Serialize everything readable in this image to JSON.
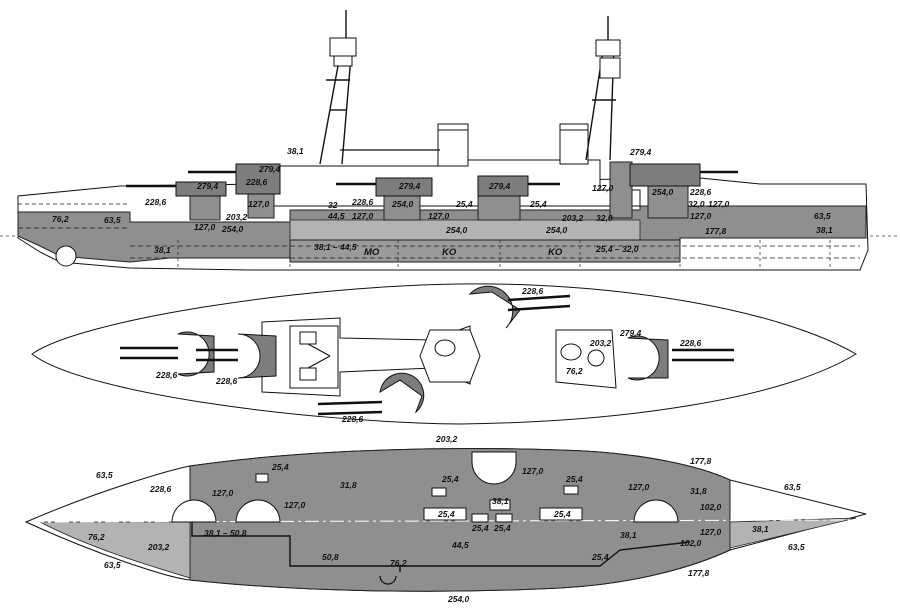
{
  "profile": {
    "labels": [
      {
        "t": "38,1"
      },
      {
        "t": "279,4"
      },
      {
        "t": "279,4"
      },
      {
        "t": "228,6"
      },
      {
        "t": "279,4"
      },
      {
        "t": "279,4"
      },
      {
        "t": "279,4"
      },
      {
        "t": "127,0"
      },
      {
        "t": "254,0"
      },
      {
        "t": "228,6"
      },
      {
        "t": "228,6"
      },
      {
        "t": "127,0"
      },
      {
        "t": "203,2"
      },
      {
        "t": "32"
      },
      {
        "t": "44,5"
      },
      {
        "t": "228,6"
      },
      {
        "t": "127,0"
      },
      {
        "t": "254,0"
      },
      {
        "t": "127,0"
      },
      {
        "t": "25,4"
      },
      {
        "t": "25,4"
      },
      {
        "t": "203,2"
      },
      {
        "t": "32,0"
      },
      {
        "t": "32,0"
      },
      {
        "t": "127,0"
      },
      {
        "t": "127,0"
      },
      {
        "t": "76,2"
      },
      {
        "t": "63,5"
      },
      {
        "t": "127,0"
      },
      {
        "t": "254,0"
      },
      {
        "t": "254,0"
      },
      {
        "t": "254,0"
      },
      {
        "t": "63,5"
      },
      {
        "t": "177,8"
      },
      {
        "t": "38,1"
      },
      {
        "t": "38,1"
      },
      {
        "t": "38,1 – 44,5"
      },
      {
        "t": "MO"
      },
      {
        "t": "KO"
      },
      {
        "t": "KO"
      },
      {
        "t": "25,4 – 32,0"
      }
    ]
  },
  "plan": {
    "labels": [
      {
        "t": "228,6"
      },
      {
        "t": "228,6"
      },
      {
        "t": "228,6"
      },
      {
        "t": "228,6"
      },
      {
        "t": "279,4"
      },
      {
        "t": "203,2"
      },
      {
        "t": "76,2"
      },
      {
        "t": "228,6"
      }
    ]
  },
  "deck": {
    "labels": [
      {
        "t": "203,2"
      },
      {
        "t": "177,8"
      },
      {
        "t": "63,5"
      },
      {
        "t": "228,6"
      },
      {
        "t": "25,4"
      },
      {
        "t": "31,8"
      },
      {
        "t": "127,0"
      },
      {
        "t": "127,0"
      },
      {
        "t": "127,0"
      },
      {
        "t": "127,0"
      },
      {
        "t": "25,4"
      },
      {
        "t": "25,4"
      },
      {
        "t": "38,1"
      },
      {
        "t": "25,4"
      },
      {
        "t": "25,4"
      },
      {
        "t": "25,4"
      },
      {
        "t": "25,4"
      },
      {
        "t": "31,8"
      },
      {
        "t": "102,0"
      },
      {
        "t": "63,5"
      },
      {
        "t": "76,2"
      },
      {
        "t": "38,1 – 50,8"
      },
      {
        "t": "203,2"
      },
      {
        "t": "44,5"
      },
      {
        "t": "38,1"
      },
      {
        "t": "38,1"
      },
      {
        "t": "102,0"
      },
      {
        "t": "127,0"
      },
      {
        "t": "50,8"
      },
      {
        "t": "76,2"
      },
      {
        "t": "25,4"
      },
      {
        "t": "63,5"
      },
      {
        "t": "63,5"
      },
      {
        "t": "177,8"
      },
      {
        "t": "254,0"
      }
    ]
  }
}
